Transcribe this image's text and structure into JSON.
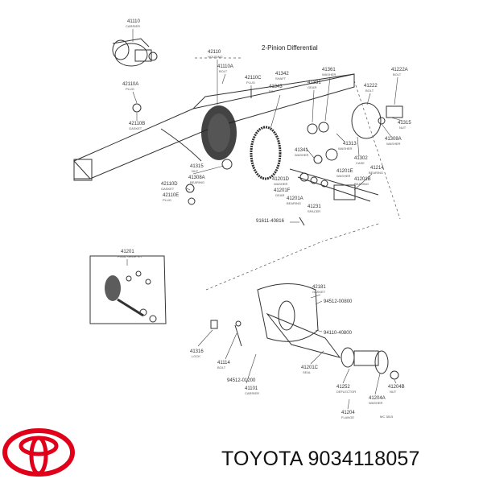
{
  "diagram": {
    "title": "2-Pinion Differential",
    "callouts": [
      {
        "code": "41110",
        "name": "CARRIER"
      },
      {
        "code": "42110A",
        "name": "PLUG"
      },
      {
        "code": "42110B",
        "name": "GASKET"
      },
      {
        "code": "42110",
        "name": "HOUSING"
      },
      {
        "code": "41110A",
        "name": "BOLT"
      },
      {
        "code": "42110C",
        "name": "PLUG"
      },
      {
        "code": "41342",
        "name": "SHAFT"
      },
      {
        "code": "41343",
        "name": "PIN"
      },
      {
        "code": "41331",
        "name": "GEAR"
      },
      {
        "code": "41361",
        "name": "WASHER"
      },
      {
        "code": "41222",
        "name": "BOLT"
      },
      {
        "code": "41222A",
        "name": "BOLT"
      },
      {
        "code": "41315",
        "name": "NUT"
      },
      {
        "code": "41308A",
        "name": "WASHER"
      },
      {
        "code": "41313",
        "name": "WASHER"
      },
      {
        "code": "41341",
        "name": "WASHER"
      },
      {
        "code": "41302",
        "name": "CASE"
      },
      {
        "code": "41214",
        "name": "BEARING"
      },
      {
        "code": "41201E",
        "name": "WASHER"
      },
      {
        "code": "41201B",
        "name": "BEARING"
      },
      {
        "code": "41201D",
        "name": "WASHER"
      },
      {
        "code": "41201F",
        "name": "GEAR"
      },
      {
        "code": "41201A",
        "name": "BEARING"
      },
      {
        "code": "41231",
        "name": "SPACER"
      },
      {
        "code": "41315",
        "name": "NUT"
      },
      {
        "code": "41308A",
        "name": "BEARING"
      },
      {
        "code": "42110D",
        "name": "GASKET"
      },
      {
        "code": "42110E",
        "name": "PLUG"
      },
      {
        "code": "91611-40816",
        "name": ""
      },
      {
        "code": "41201",
        "name": "FINAL GEAR KIT"
      },
      {
        "code": "42181",
        "name": "GASKET"
      },
      {
        "code": "94512-00800",
        "name": ""
      },
      {
        "code": "94110-40800",
        "name": ""
      },
      {
        "code": "41316",
        "name": "LOCK"
      },
      {
        "code": "41114",
        "name": "BOLT"
      },
      {
        "code": "94512-01200",
        "name": ""
      },
      {
        "code": "41101",
        "name": "CARRIER"
      },
      {
        "code": "41201C",
        "name": "SEAL"
      },
      {
        "code": "41252",
        "name": "DEFLECTOR"
      },
      {
        "code": "41204A",
        "name": "WASHER"
      },
      {
        "code": "41204B",
        "name": "NUT"
      },
      {
        "code": "41204",
        "name": "FLANGE"
      },
      {
        "code": "MC 3815",
        "name": ""
      }
    ]
  },
  "brand": {
    "logo": "toyota-logo",
    "caption": "TOYOTA 9034118057",
    "logo_color": "#e0001a"
  }
}
